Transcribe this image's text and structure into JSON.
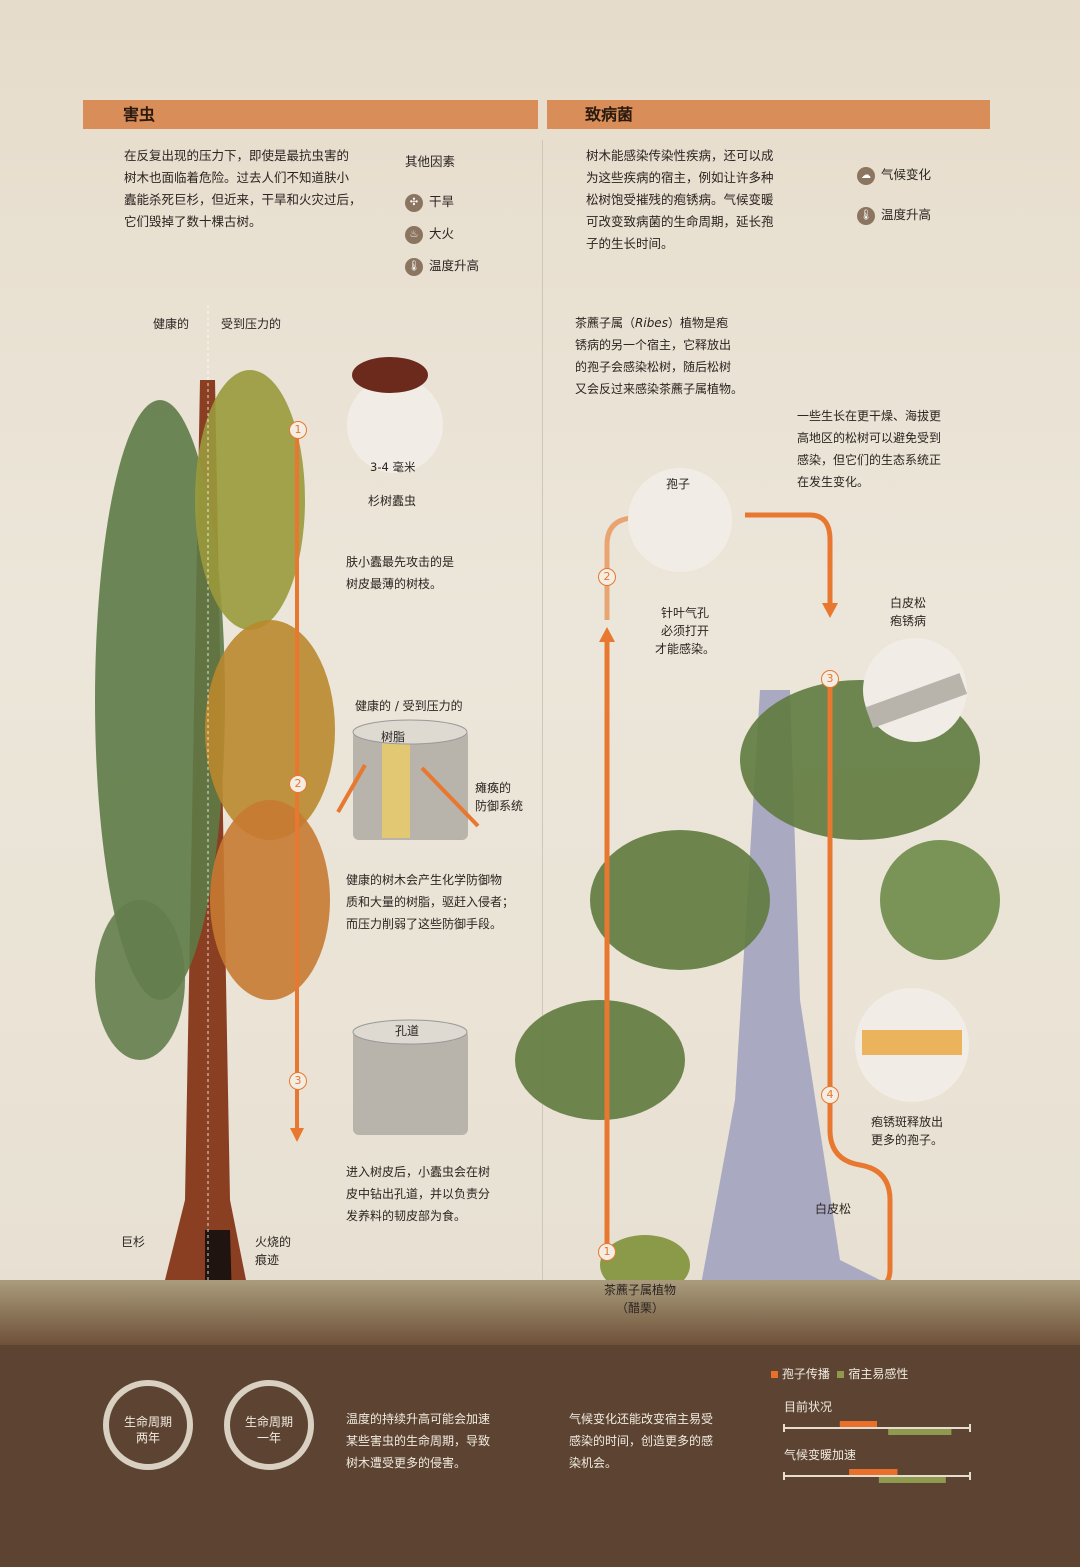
{
  "pests": {
    "title": "害虫",
    "intro": [
      "在反复出现的压力下，即使是最抗虫害的",
      "树木也面临着危险。过去人们不知道肤小",
      "蠹能杀死巨杉，但近来，干旱和火灾过后，",
      "它们毁掉了数十棵古树。"
    ],
    "factors_title": "其他因素",
    "factors": [
      {
        "icon": "drought-icon",
        "label": "干旱"
      },
      {
        "icon": "fire-icon",
        "label": "大火"
      },
      {
        "icon": "thermometer-icon",
        "label": "温度升高"
      }
    ],
    "healthy_label": "健康的",
    "stressed_label": "受到压力的",
    "beetle_size": "3-4 毫米",
    "beetle_name": "杉树蠹虫",
    "step1": [
      "肤小蠹最先攻击的是",
      "树皮最薄的树枝。"
    ],
    "resin_title": "健康的 / 受到压力的",
    "resin_label": "树脂",
    "weak_defense": [
      "瘫痪的",
      "防御系统"
    ],
    "step2": [
      "健康的树木会产生化学防御物",
      "质和大量的树脂，驱赶入侵者；",
      "而压力削弱了这些防御手段。"
    ],
    "tunnel_label": "孔道",
    "step3": [
      "进入树皮后，小蠹虫会在树",
      "皮中钻出孔道，并以负责分",
      "发养料的韧皮部为食。"
    ],
    "tree_label": "巨杉",
    "fire_scar": [
      "火烧的",
      "痕迹"
    ],
    "cycle_two": [
      "生命周期",
      "两年"
    ],
    "cycle_one": [
      "生命周期",
      "一年"
    ],
    "bottom_text": [
      "温度的持续升高可能会加速",
      "某些害虫的生命周期，导致",
      "树木遭受更多的侵害。"
    ]
  },
  "pathogens": {
    "title": "致病菌",
    "intro": [
      "树木能感染传染性疾病，还可以成",
      "为这些疾病的宿主，例如让许多种",
      "松树饱受摧残的疱锈病。气候变暖",
      "可改变致病菌的生命周期，延长孢",
      "子的生长时间。"
    ],
    "factors": [
      {
        "icon": "climate-change-icon",
        "label": "气候变化"
      },
      {
        "icon": "thermometer-icon",
        "label": "温度升高"
      }
    ],
    "ribes_text": [
      "茶藨子属（",
      "Ribes",
      "）植物是疱",
      "锈病的另一个宿主，它释放出",
      "的孢子会感染松树，随后松树",
      "又会反过来感染茶藨子属植物。"
    ],
    "altitude_text": [
      "一些生长在更干燥、海拔更",
      "高地区的松树可以避免受到",
      "感染，但它们的生态系统正",
      "在发生变化。"
    ],
    "spore_label": "孢子",
    "stomata": [
      "针叶气孔",
      "必须打开",
      "才能感染。"
    ],
    "rust_label": [
      "白皮松",
      "疱锈病"
    ],
    "release": [
      "疱锈斑释放出",
      "更多的孢子。"
    ],
    "pine_label": "白皮松",
    "ribes_label": [
      "茶藨子属植物",
      "（醋栗）"
    ],
    "bottom_text": [
      "气候变化还能改变宿主易受",
      "感染的时间，创造更多的感",
      "染机会。"
    ],
    "legend": [
      {
        "label": "孢子传播",
        "color": "#e8702a"
      },
      {
        "label": "宿主易感性",
        "color": "#8f9a4e"
      }
    ],
    "timelines": [
      {
        "label": "目前状况",
        "spore": [
          0.3,
          0.5
        ],
        "host": [
          0.56,
          0.9
        ]
      },
      {
        "label": "气候变暖加速",
        "spore": [
          0.35,
          0.61
        ],
        "host": [
          0.51,
          0.87
        ]
      }
    ]
  },
  "steps": [
    "1",
    "2",
    "3",
    "4"
  ],
  "colors": {
    "accent": "#e8782f",
    "header": "#d98d58"
  }
}
